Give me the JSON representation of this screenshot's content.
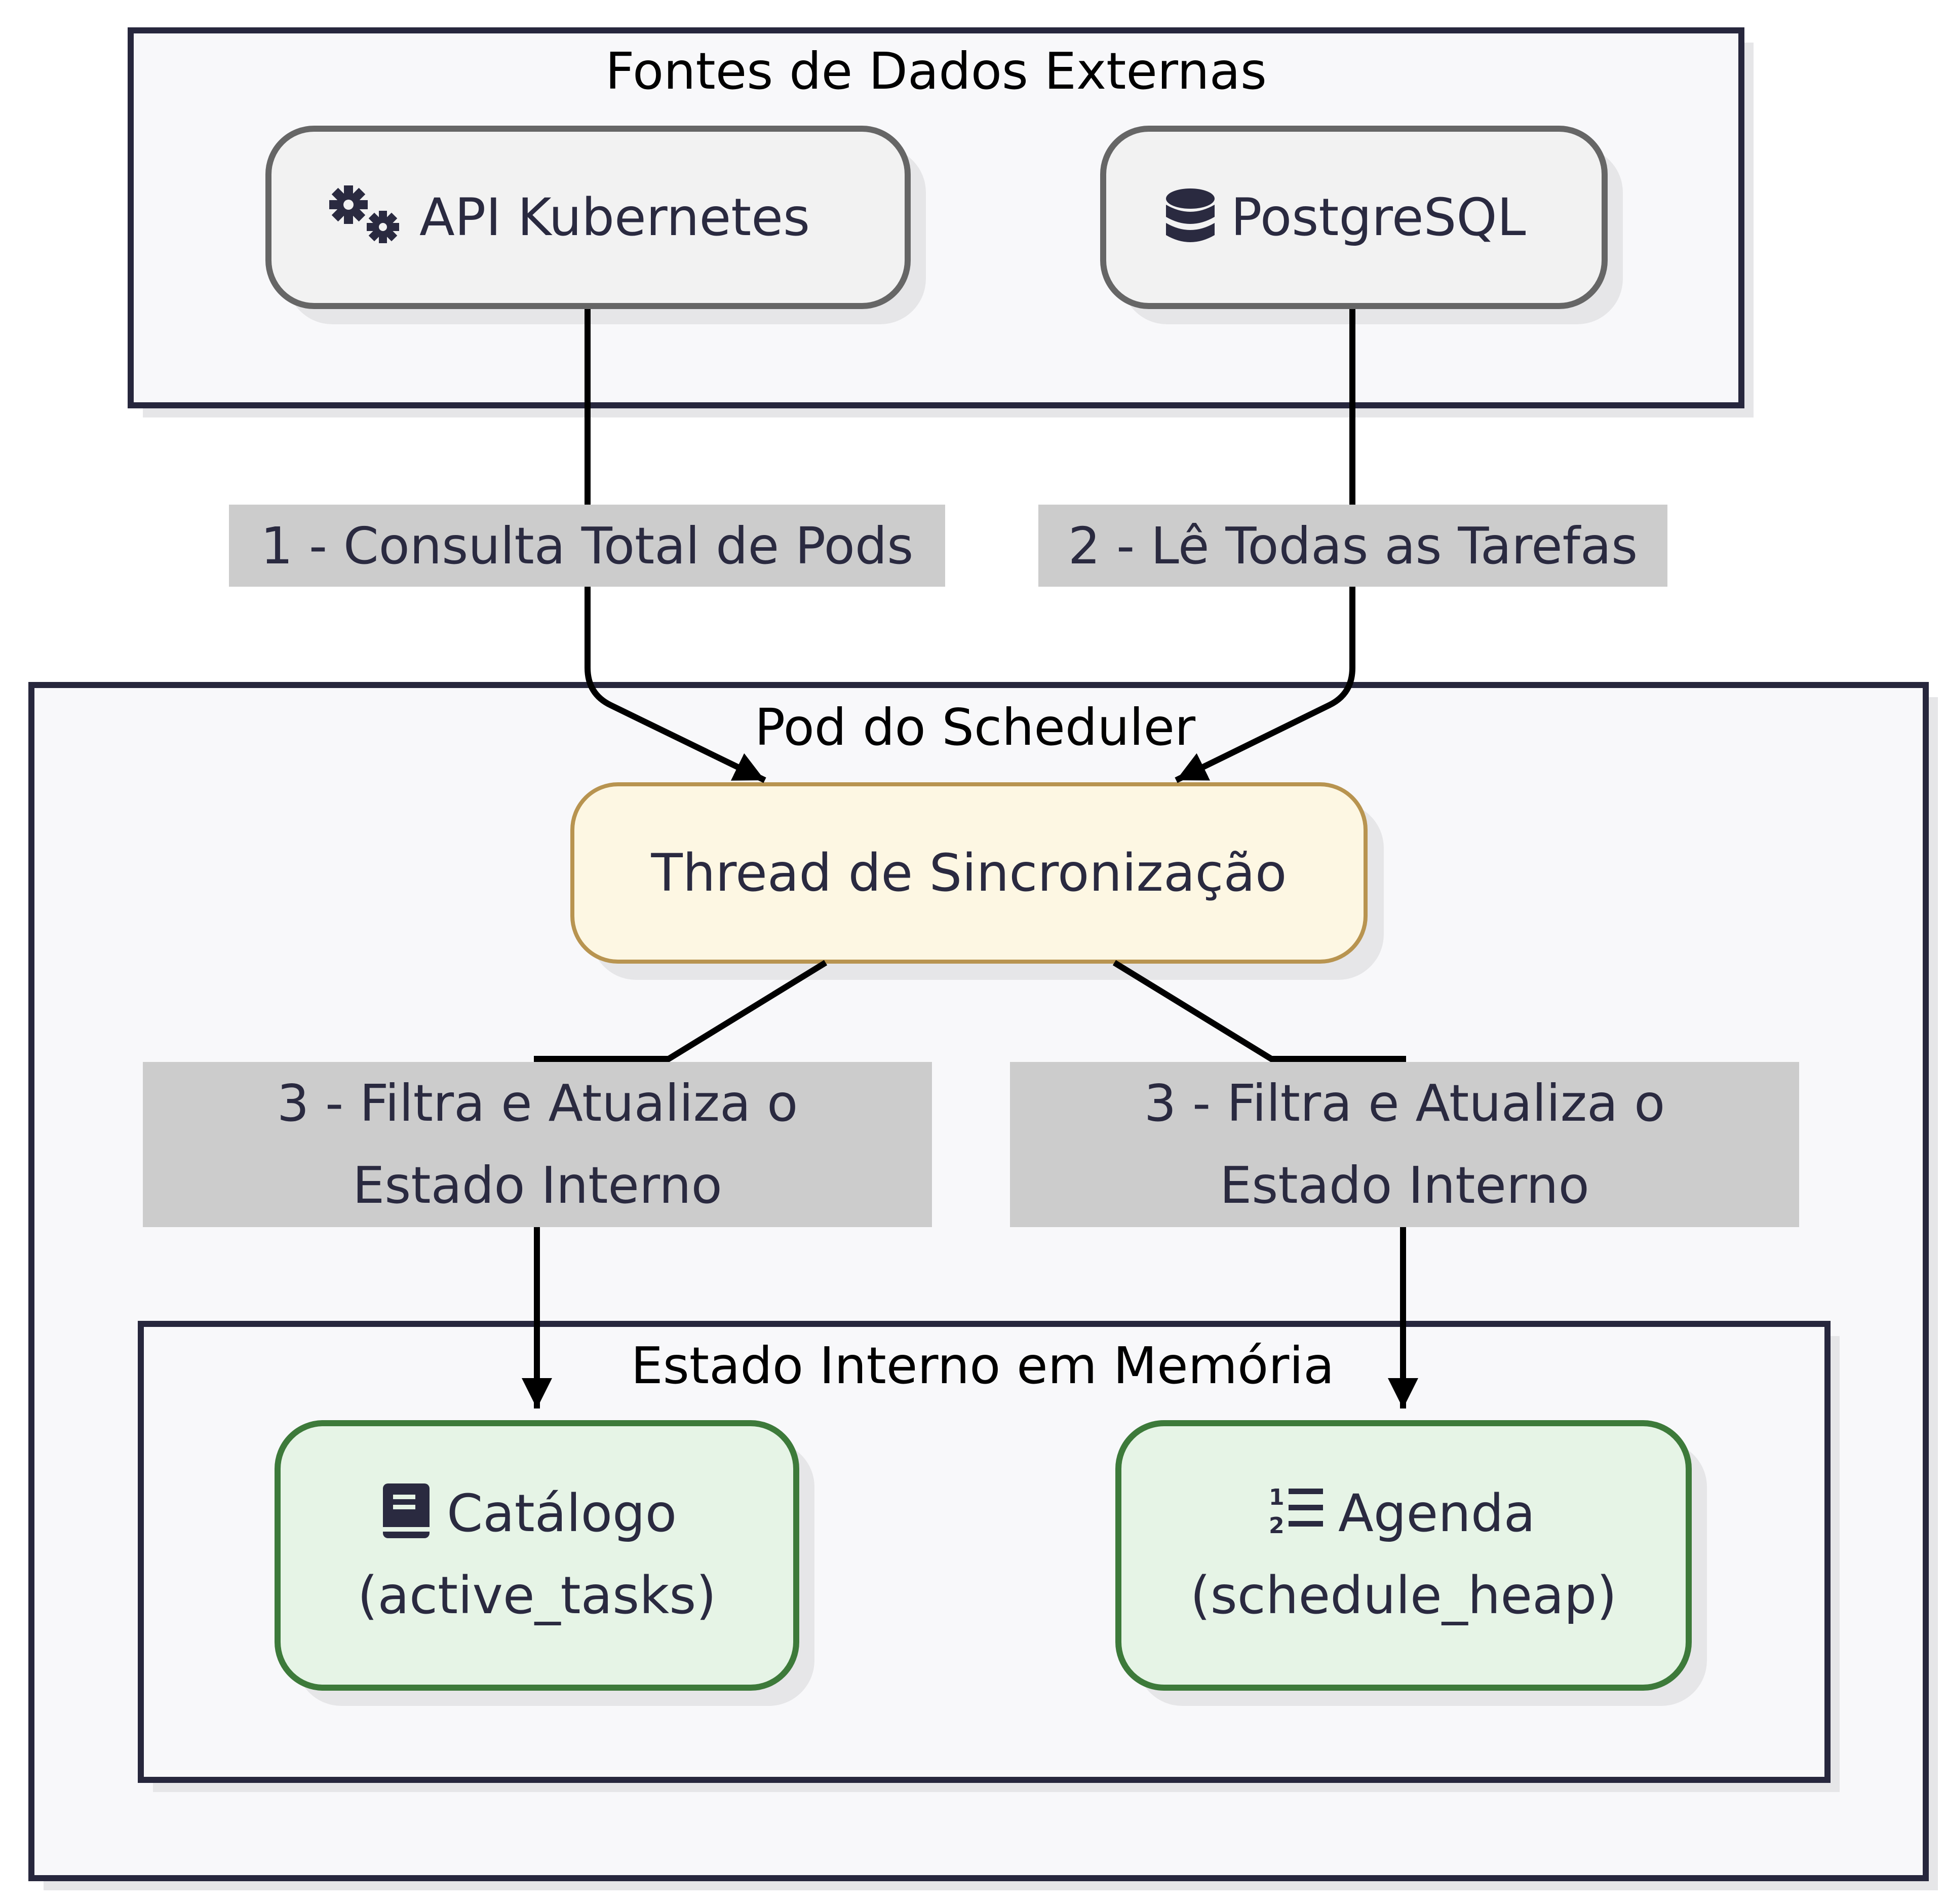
{
  "diagram": {
    "groups": {
      "external": {
        "title": "Fontes de Dados Externas"
      },
      "scheduler_pod": {
        "title": "Pod do Scheduler"
      },
      "internal_state": {
        "title": "Estado Interno em Memória"
      }
    },
    "nodes": {
      "k8s_api": {
        "label": "API Kubernetes",
        "icon": "gears-icon"
      },
      "postgres": {
        "label": "PostgreSQL",
        "icon": "database-icon"
      },
      "sync_thread": {
        "label": "Thread de Sincronização"
      },
      "catalog": {
        "label_line1": "Catálogo",
        "label_line2": "(active_tasks)",
        "icon": "book-icon"
      },
      "agenda": {
        "label_line1": "Agenda",
        "label_line2": "(schedule_heap)",
        "icon": "numbered-list-icon"
      }
    },
    "edges": {
      "e1": {
        "label": "1 - Consulta Total de Pods"
      },
      "e2": {
        "label": "2 - Lê Todas as Tarefas"
      },
      "e3a": {
        "label_line1": "3 - Filtra e Atualiza o",
        "label_line2": "Estado Interno"
      },
      "e3b": {
        "label_line1": "3 - Filtra e Atualiza o",
        "label_line2": "Estado Interno"
      }
    },
    "colors": {
      "cluster_fill": "#f8f8fa",
      "cluster_stroke": "#27273d",
      "external_node_fill": "#f2f2f2",
      "external_node_stroke": "#666666",
      "sync_node_fill": "#fdf7e3",
      "sync_node_stroke": "#b89450",
      "state_node_fill": "#e6f4e6",
      "state_node_stroke": "#3d7a3a",
      "edge_label_bg": "#cccccc",
      "text": "#2a2a40",
      "shadow": "#e6e6e8"
    }
  }
}
